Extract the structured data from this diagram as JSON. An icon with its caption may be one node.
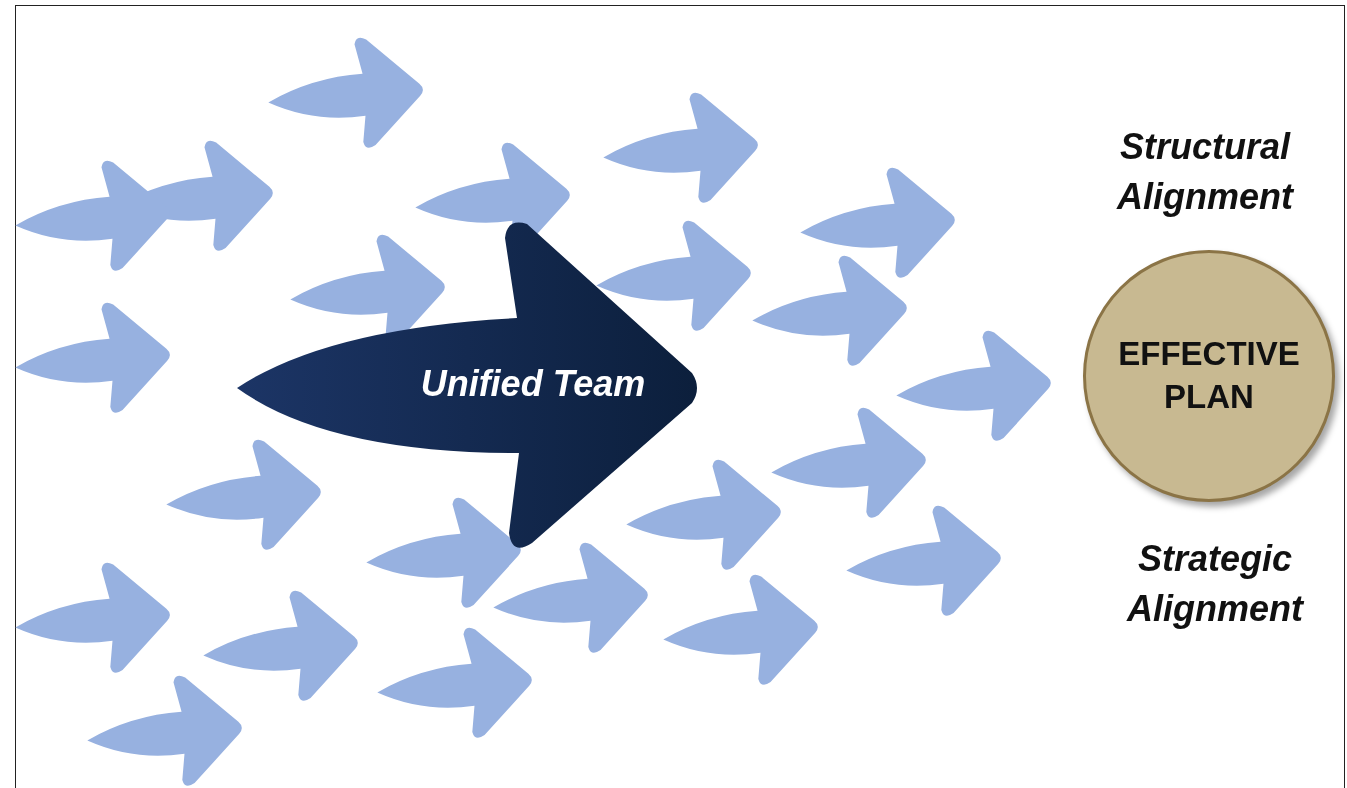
{
  "diagram": {
    "nodes": [
      {
        "text": [
          "Unified Team"
        ]
      },
      {
        "text": [
          "EFFECTIVE PLAN"
        ]
      }
    ],
    "labels": [
      "Structural Alignment",
      "Strategic Alignment"
    ]
  }
}
